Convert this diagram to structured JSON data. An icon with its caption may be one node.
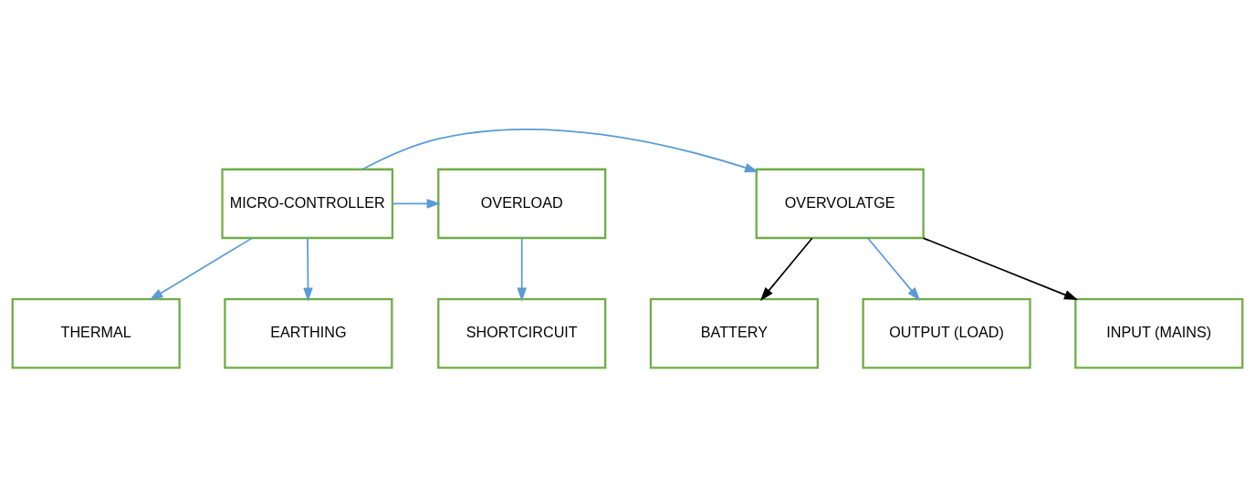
{
  "diagram": {
    "nodes": [
      {
        "text": [
          "OVERVOLATGE"
        ]
      },
      {
        "text": [
          "MICRO-CONTROLLER"
        ]
      },
      {
        "text": [
          "OVERLOAD"
        ]
      },
      {
        "text": [
          "BATTERY"
        ]
      },
      {
        "text": [
          "OUTPUT (LOAD)"
        ]
      },
      {
        "text": [
          "INPUT (MAINS)"
        ]
      },
      {
        "text": [
          "SHORTCIRCUIT"
        ]
      },
      {
        "text": [
          "EARTHING"
        ]
      },
      {
        "text": [
          "THERMAL"
        ]
      }
    ],
    "edges": [
      {
        "from": 1,
        "to": 0,
        "arrow": "to"
      },
      {
        "from": 1,
        "to": 2,
        "arrow": "to"
      },
      {
        "from": 0,
        "to": 3,
        "arrow": "to",
        "color": "#000000"
      },
      {
        "from": 0,
        "to": 4,
        "arrow": "to"
      },
      {
        "from": 0,
        "to": 5,
        "arrow": "to",
        "color": "#000000"
      },
      {
        "from": 2,
        "to": 6,
        "arrow": "to"
      },
      {
        "from": 1,
        "to": 7,
        "arrow": "to"
      },
      {
        "from": 1,
        "to": 8,
        "arrow": "to"
      }
    ]
  }
}
